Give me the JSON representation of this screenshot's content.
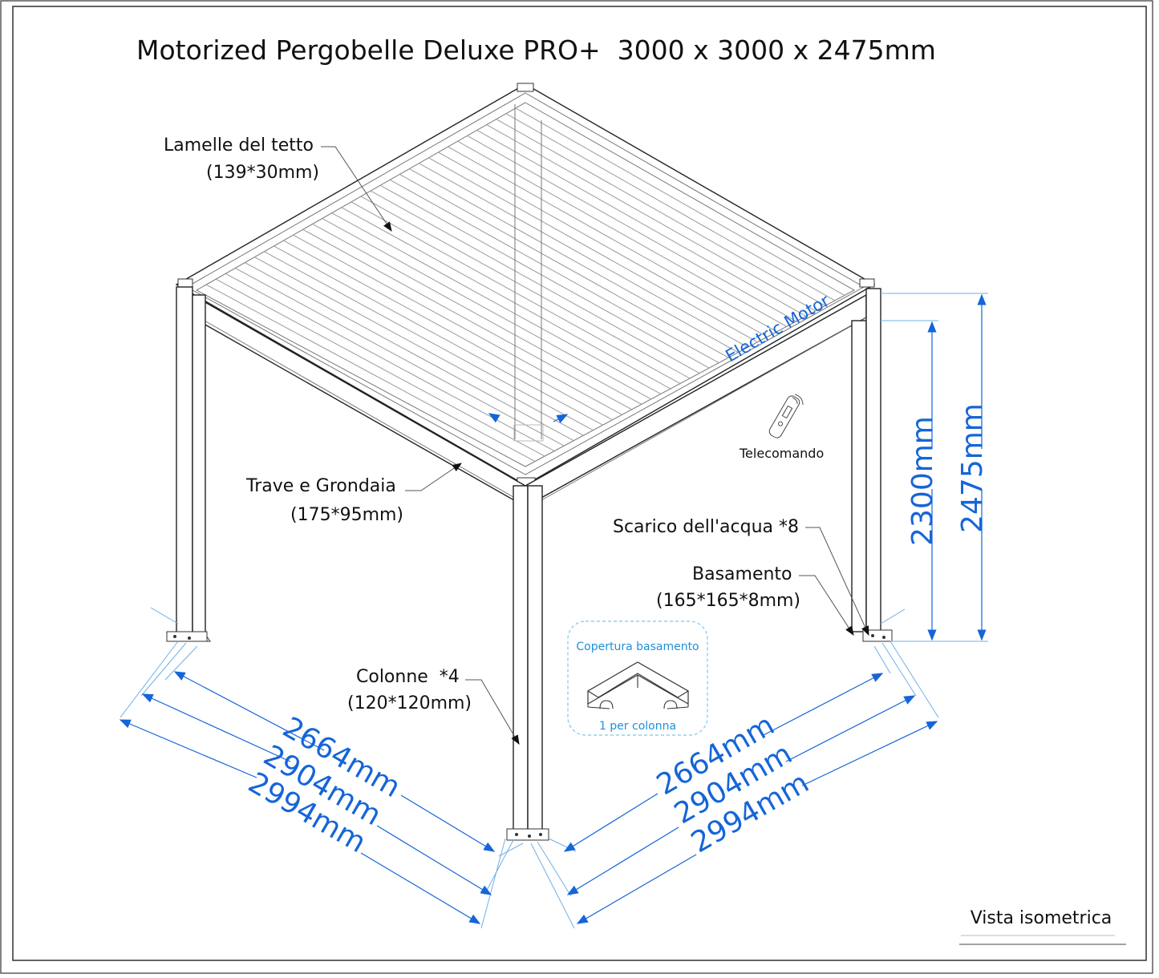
{
  "title": "Motorized Pergobelle Deluxe PRO+  3000 x 3000 x 2475mm",
  "callouts": {
    "roof_slats": "Lamelle del tetto",
    "roof_slats_size": "(139*30mm)",
    "beam": "Trave e Grondaia",
    "beam_size": "(175*95mm)",
    "columns": "Colonne  *4",
    "columns_size": "(120*120mm)",
    "drain": "Scarico dell'acqua *8",
    "base": "Basamento",
    "base_size": "(165*165*8mm)",
    "remote": "Telecomando",
    "motor": "Electric Motor"
  },
  "base_cover": {
    "title": "Copertura basamento",
    "note": "1 per colonna"
  },
  "dimensions": {
    "height_inner": "2300mm",
    "height_total": "2475mm",
    "left": [
      "2664mm",
      "2904mm",
      "2994mm"
    ],
    "right": [
      "2664mm",
      "2904mm",
      "2994mm"
    ]
  },
  "view_label": "Vista isometrica",
  "colors": {
    "dimension": "#1565d8",
    "line": "#222222",
    "accent_light": "#1e90d8"
  }
}
